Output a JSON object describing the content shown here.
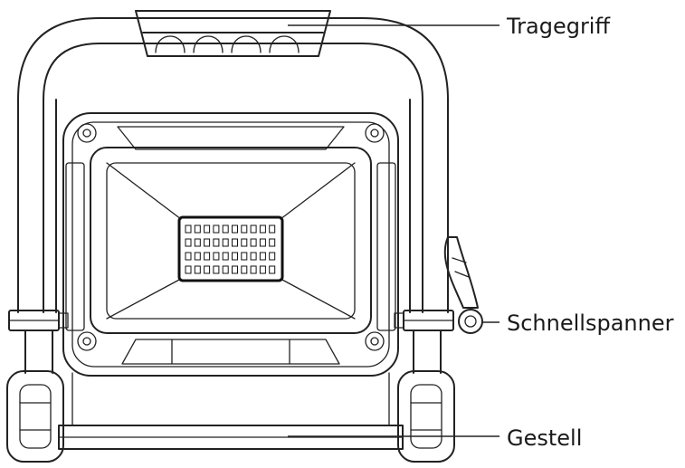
{
  "labels": {
    "handle": "Tragegriff",
    "quick_clamp": "Schnellspanner",
    "frame": "Gestell"
  },
  "led": {
    "rows": 4,
    "cols": 10
  },
  "colors": {
    "line": "#222222",
    "background": "#ffffff"
  }
}
